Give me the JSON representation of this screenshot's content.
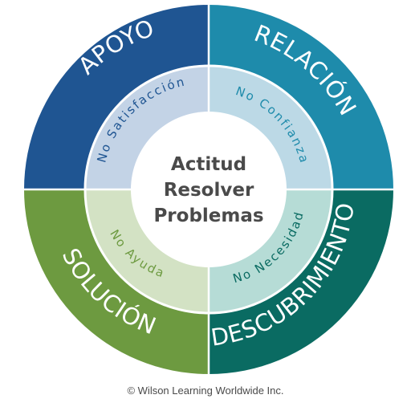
{
  "center": {
    "lines": [
      "Actitud",
      "Resolver",
      "Problemas"
    ]
  },
  "quadrants": {
    "apoyo": {
      "outer_label": "APOYO",
      "inner_label": "No Satisfacción",
      "outer_color": "#1f5592",
      "inner_color": "#c3d3e6",
      "inner_text_color": "#1f5592"
    },
    "relacion": {
      "outer_label": "RELACIÓN",
      "inner_label": "No Confianza",
      "outer_color": "#1e8bab",
      "inner_color": "#bcd9e6",
      "inner_text_color": "#1e8bab"
    },
    "descubrimiento": {
      "outer_label": "DESCUBRIMIENTO",
      "inner_label": "No Necesidad",
      "outer_color": "#0a6b62",
      "inner_color": "#b6dcd6",
      "inner_text_color": "#0a6b62"
    },
    "solucion": {
      "outer_label": "SOLUCIÓN",
      "inner_label": "No Ayuda",
      "outer_color": "#6d9a40",
      "inner_color": "#d3e2c4",
      "inner_text_color": "#6d9a40"
    }
  },
  "copyright": "© Wilson Learning Worldwide Inc."
}
